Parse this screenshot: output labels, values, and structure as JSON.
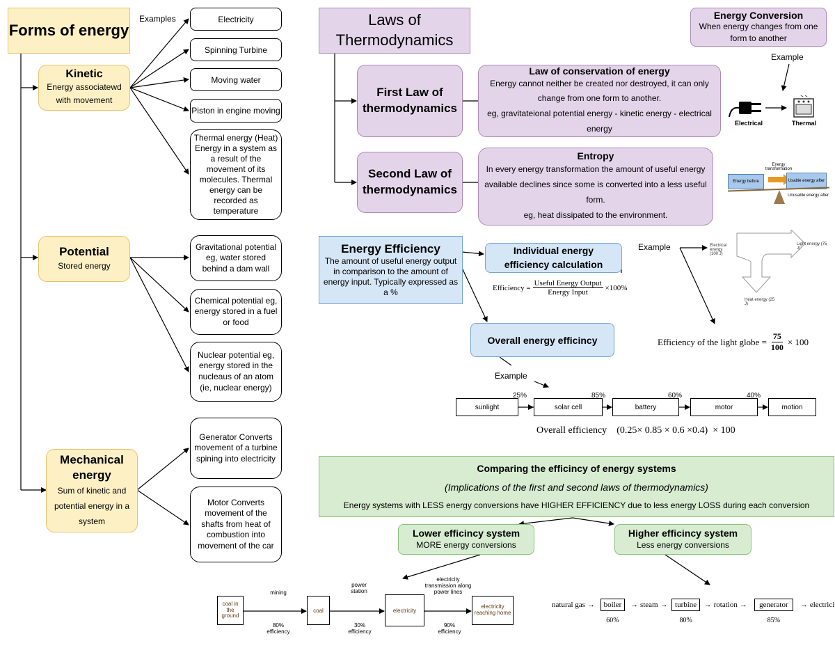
{
  "forms": {
    "title": "Forms of energy",
    "examples_label": "Examples",
    "kinetic": {
      "title": "Kinetic",
      "desc": "Energy associatewd with movement",
      "examples": [
        "Electricity",
        "Spinning Turbine",
        "Moving water",
        "Piston in engine moving",
        "Thermal energy (Heat) Energy in a system as a result of the movement of its molecules. Thermal energy can be recorded as temperature"
      ]
    },
    "potential": {
      "title": "Potential",
      "desc": "Stored energy",
      "examples": [
        "Gravitational potential eg, water stored behind a dam wall",
        "Chemical potential eg, energy stored in a fuel or food",
        "Nuclear potential eg, energy stored in the nucleaus of an atom (ie, nuclear energy)"
      ]
    },
    "mechanical": {
      "title": "Mechanical energy",
      "desc": "Sum of kinetic and potential energy in a system",
      "examples": [
        "Generator Converts movement of a turbine spining into electricity",
        "Motor Converts movement of the shafts from heat of combustion into movement of the car"
      ]
    }
  },
  "thermo": {
    "title": "Laws of Thermodynamics",
    "first": {
      "title": "First Law of thermodynamics",
      "heading": "Law of conservation of energy",
      "text": "Energy cannot neither be created nor destroyed, it can only change from one form to another.",
      "example": "eg, gravitateional potential energy - kinetic energy - electrical energy"
    },
    "second": {
      "title": "Second Law of thermodynamics",
      "heading": "Entropy",
      "text": "In every energy transformation the amount of useful energy available declines since some is converted into a less useful form.",
      "example": "eg, heat dissipated to the environment."
    }
  },
  "conversion": {
    "title": "Energy Conversion",
    "desc": "When energy changes from one form to another",
    "example_label": "Example",
    "from_label": "Electrical",
    "to_label": "Thermal"
  },
  "entropy_img": {
    "energy_before": "Energy before",
    "transformation": "Energy transformation",
    "usable": "Usable energy after",
    "unusable": "Unusable energy after"
  },
  "efficiency": {
    "title": "Energy Efficiency",
    "desc": "The amount of useful energy output in comparison to the amount of energy input.  Typically expressed as a %",
    "individual": "Individual energy efficiency calculation",
    "overall": "Overall energy efficincy",
    "example_label": "Example",
    "formula": {
      "lhs": "Efficiency =",
      "num": "Useful Energy Output",
      "den": "Energy Input",
      "tail": "×100%"
    },
    "sankey": {
      "input": "Electrical energy (100 J)",
      "light": "Light energy (75 J)",
      "heat": "Heat energy (25 J)"
    },
    "light_globe": {
      "lhs": "Efficiency of the light globe =",
      "num": "75",
      "den": "100",
      "tail": "× 100"
    },
    "chain": {
      "nodes": [
        "sunlight",
        "solar cell",
        "battery",
        "motor",
        "motion"
      ],
      "pcts": [
        "25%",
        "85%",
        "60%",
        "40%"
      ]
    },
    "overall_formula": {
      "label": "Overall efficiency",
      "expr": "(0.25× 0.85 × 0.6 ×0.4)  × 100"
    }
  },
  "comparing": {
    "title": "Comparing the efficincy of energy systems",
    "subtitle": "(Implications of the first and second laws of thermodynamics)",
    "text": "Energy systems with LESS energy conversions have HIGHER EFFICIENCY due to less energy LOSS during each conversion",
    "lower": {
      "title": "Lower efficincy system",
      "desc": "MORE energy conversions"
    },
    "higher": {
      "title": "Higher efficincy system",
      "desc": "Less energy conversions"
    }
  },
  "coal_chain": {
    "nodes": [
      "coal in the ground",
      "coal",
      "electricity",
      "electricity reaching home"
    ],
    "top": [
      "mining",
      "power station",
      "electricity transmission along power lines"
    ],
    "bottom": [
      "80% efficiency",
      "30% efficiency",
      "90% efficiency"
    ]
  },
  "gas_chain": {
    "items": [
      "natural gas",
      "boiler",
      "steam",
      "turbine",
      "rotation",
      "generator",
      "electricity"
    ],
    "pcts": [
      "60%",
      "80%",
      "85%"
    ]
  }
}
